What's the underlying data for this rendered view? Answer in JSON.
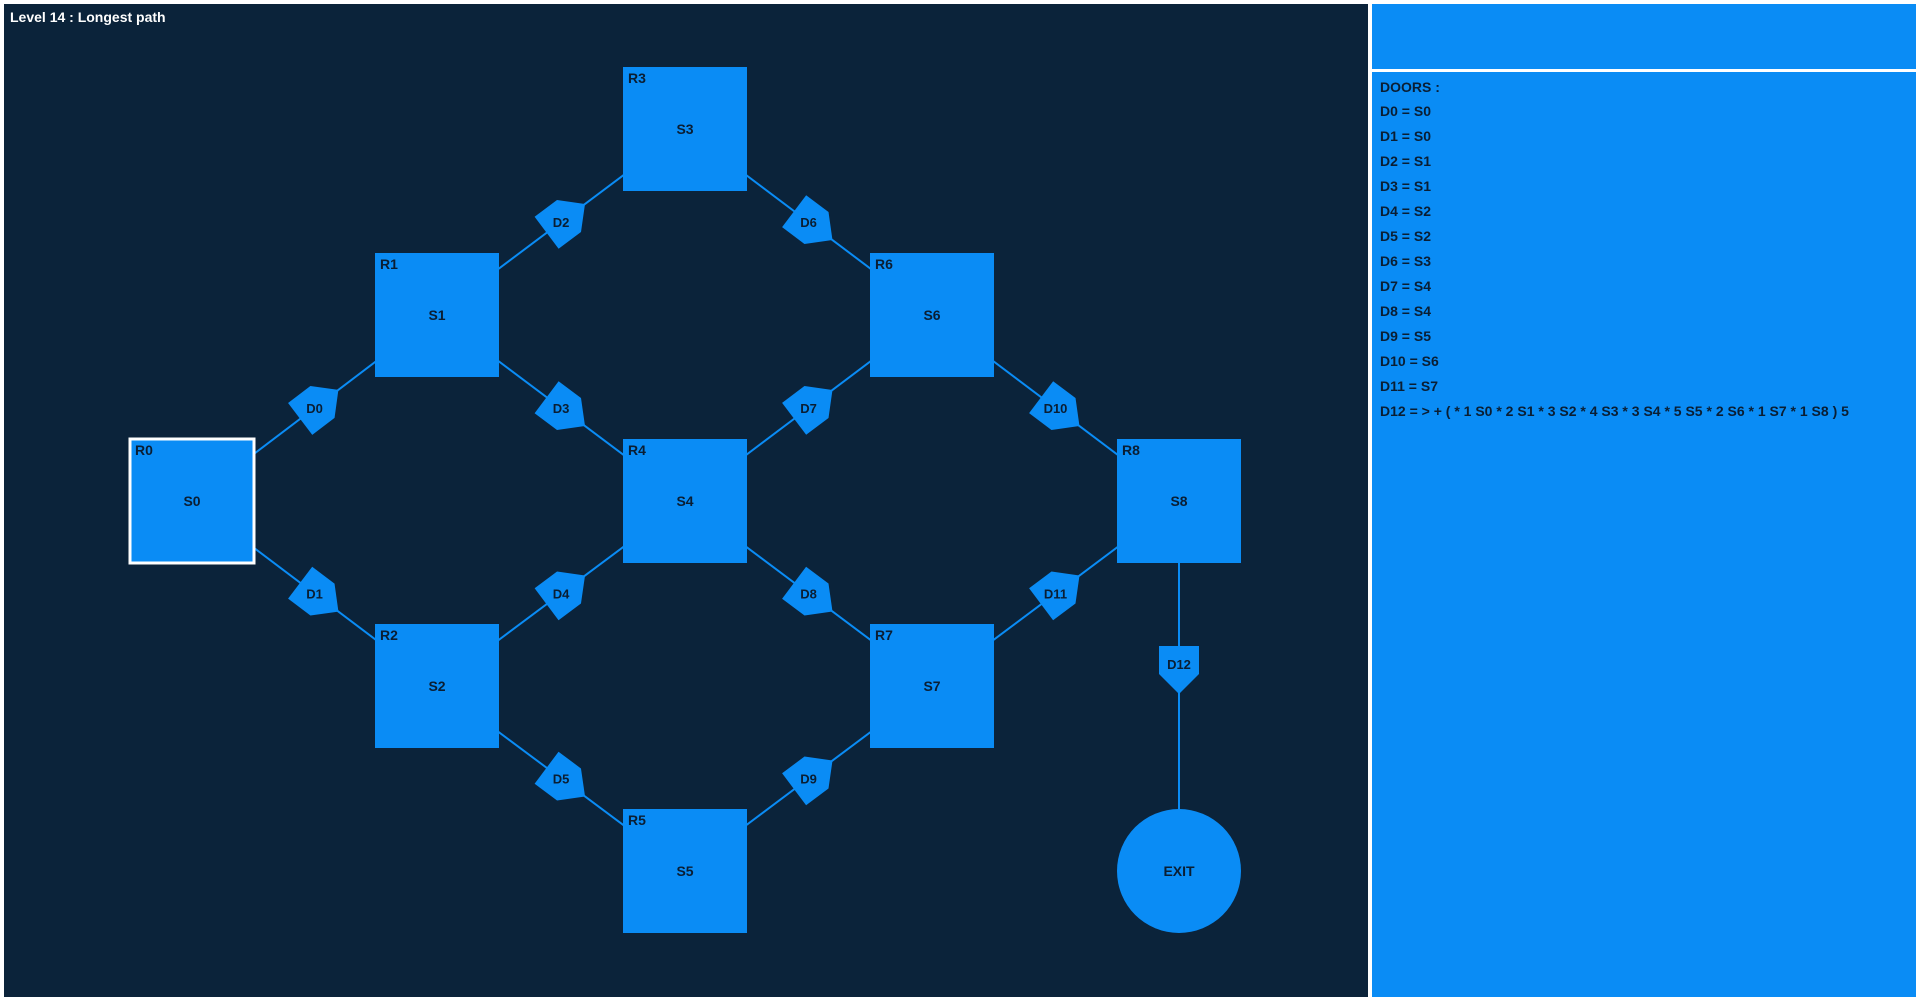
{
  "level": {
    "title": "Level 14 : Longest path"
  },
  "colors": {
    "background": "#0b233a",
    "accent": "#0a8cf5",
    "text_dark": "#0a1e33",
    "text_light": "#ffffff",
    "current_room_outline": "#ffffff"
  },
  "panel": {
    "heading": "DOORS :",
    "doors": [
      "D0 = S0",
      "D1 = S0",
      "D2 = S1",
      "D3 = S1",
      "D4 = S2",
      "D5 = S2",
      "D6 = S3",
      "D7 = S4",
      "D8 = S4",
      "D9 = S5",
      "D10 = S6",
      "D11 = S7",
      "D12 = > + ( * 1 S0 * 2 S1 * 3 S2 * 4 S3 * 3 S4 * 5 S5 * 2 S6 * 1 S7 * 1 S8 )  5"
    ]
  },
  "rooms": [
    {
      "id": "R0",
      "label": "S0",
      "current": true
    },
    {
      "id": "R1",
      "label": "S1",
      "current": false
    },
    {
      "id": "R2",
      "label": "S2",
      "current": false
    },
    {
      "id": "R3",
      "label": "S3",
      "current": false
    },
    {
      "id": "R4",
      "label": "S4",
      "current": false
    },
    {
      "id": "R5",
      "label": "S5",
      "current": false
    },
    {
      "id": "R6",
      "label": "S6",
      "current": false
    },
    {
      "id": "R7",
      "label": "S7",
      "current": false
    },
    {
      "id": "R8",
      "label": "S8",
      "current": false
    }
  ],
  "exit": {
    "label": "EXIT"
  },
  "doors": [
    {
      "label": "D0",
      "from": "R0",
      "to": "R1"
    },
    {
      "label": "D1",
      "from": "R0",
      "to": "R2"
    },
    {
      "label": "D2",
      "from": "R1",
      "to": "R3"
    },
    {
      "label": "D3",
      "from": "R1",
      "to": "R4"
    },
    {
      "label": "D4",
      "from": "R2",
      "to": "R4"
    },
    {
      "label": "D5",
      "from": "R2",
      "to": "R5"
    },
    {
      "label": "D6",
      "from": "R3",
      "to": "R6"
    },
    {
      "label": "D7",
      "from": "R4",
      "to": "R6"
    },
    {
      "label": "D8",
      "from": "R4",
      "to": "R7"
    },
    {
      "label": "D9",
      "from": "R5",
      "to": "R7"
    },
    {
      "label": "D10",
      "from": "R6",
      "to": "R8"
    },
    {
      "label": "D11",
      "from": "R7",
      "to": "R8"
    },
    {
      "label": "D12",
      "from": "R8",
      "to": "EXIT"
    }
  ]
}
